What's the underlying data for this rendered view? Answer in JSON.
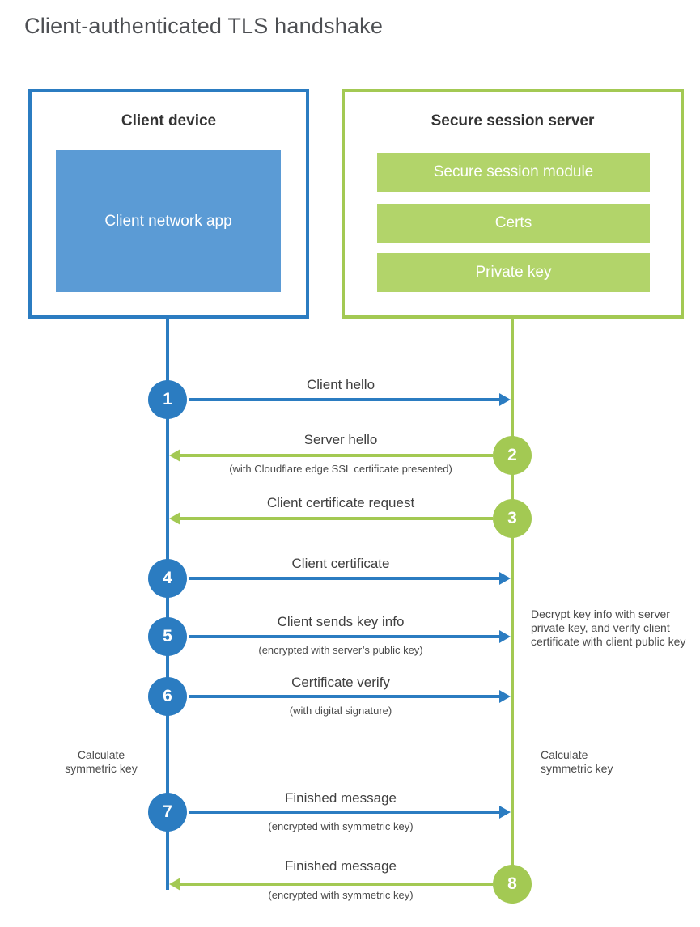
{
  "title": "Client-authenticated TLS handshake",
  "client": {
    "title": "Client device",
    "app_label": "Client network app"
  },
  "server": {
    "title": "Secure session server",
    "modules": [
      "Secure session module",
      "Certs",
      "Private key"
    ]
  },
  "steps": [
    {
      "num": "1",
      "from": "client",
      "label": "Client hello",
      "sub": ""
    },
    {
      "num": "2",
      "from": "server",
      "label": "Server hello",
      "sub": "(with Cloudflare edge SSL certificate presented)"
    },
    {
      "num": "3",
      "from": "server",
      "label": "Client certificate request",
      "sub": ""
    },
    {
      "num": "4",
      "from": "client",
      "label": "Client certificate",
      "sub": ""
    },
    {
      "num": "5",
      "from": "client",
      "label": "Client sends key info",
      "sub": "(encrypted with server’s public key)"
    },
    {
      "num": "6",
      "from": "client",
      "label": "Certificate verify",
      "sub": "(with digital signature)"
    },
    {
      "num": "7",
      "from": "client",
      "label": "Finished message",
      "sub": "(encrypted with symmetric key)"
    },
    {
      "num": "8",
      "from": "server",
      "label": "Finished message",
      "sub": "(encrypted with symmetric key)"
    }
  ],
  "annotations": {
    "server_note": "Decrypt key info with server private key, and verify client certificate with client public key",
    "client_calc": "Calculate symmetric key",
    "server_calc": "Calculate symmetric key"
  },
  "colors": {
    "blue": "#2b7cc1",
    "blue_fill": "#5b9bd5",
    "green": "#a3c953",
    "green_fill": "#b2d46a",
    "text": "#404040"
  }
}
